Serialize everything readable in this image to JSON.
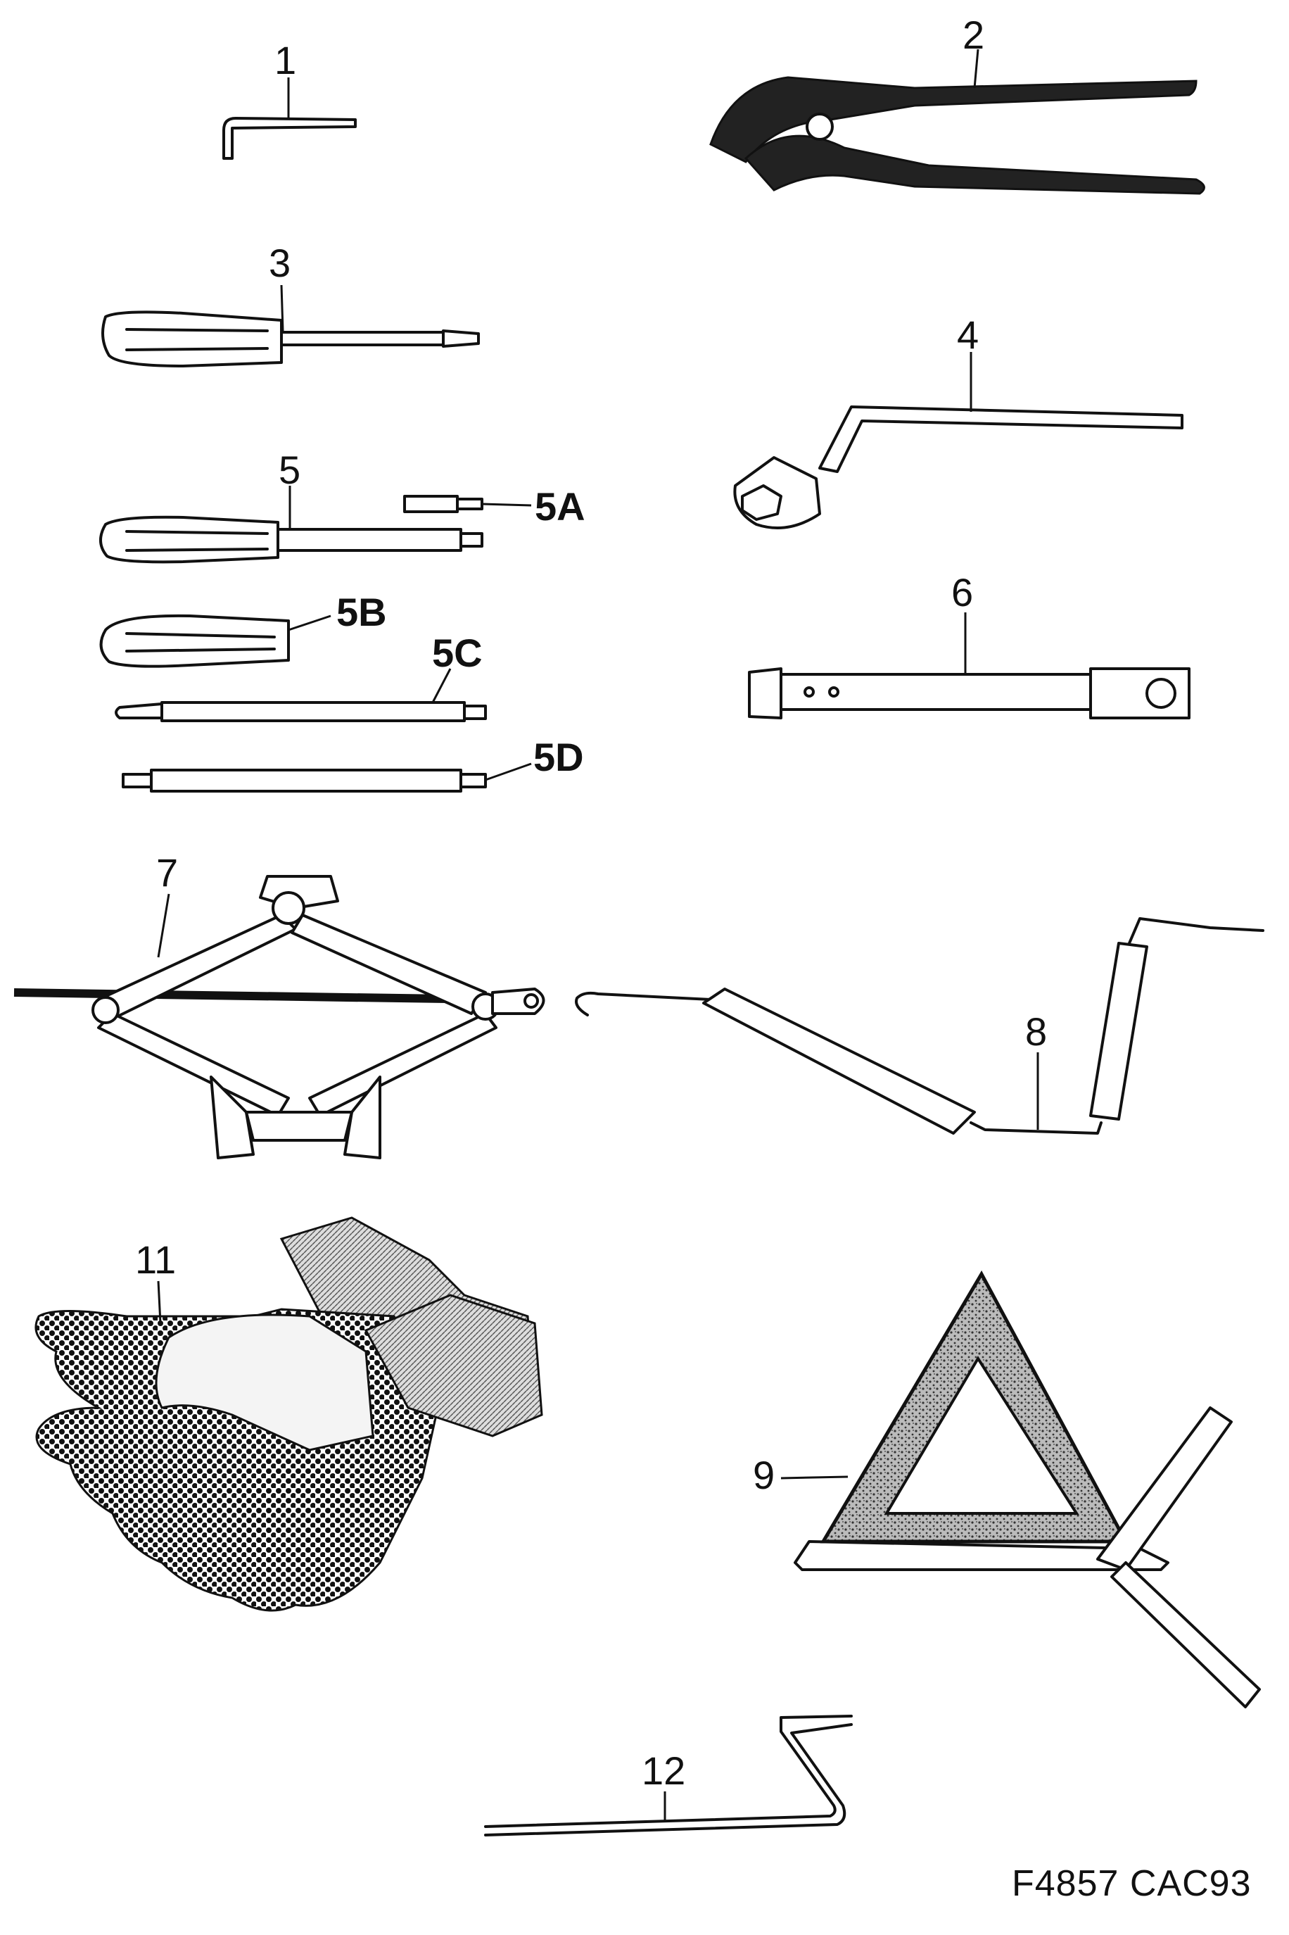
{
  "labels": {
    "p1": "1",
    "p2": "2",
    "p3": "3",
    "p4": "4",
    "p5": "5",
    "p5a": "5A",
    "p5b": "5B",
    "p5c": "5C",
    "p5d": "5D",
    "p6": "6",
    "p7": "7",
    "p8": "8",
    "p9": "9",
    "p11": "11",
    "p12": "12"
  },
  "figure_code": "F4857  CAC93"
}
